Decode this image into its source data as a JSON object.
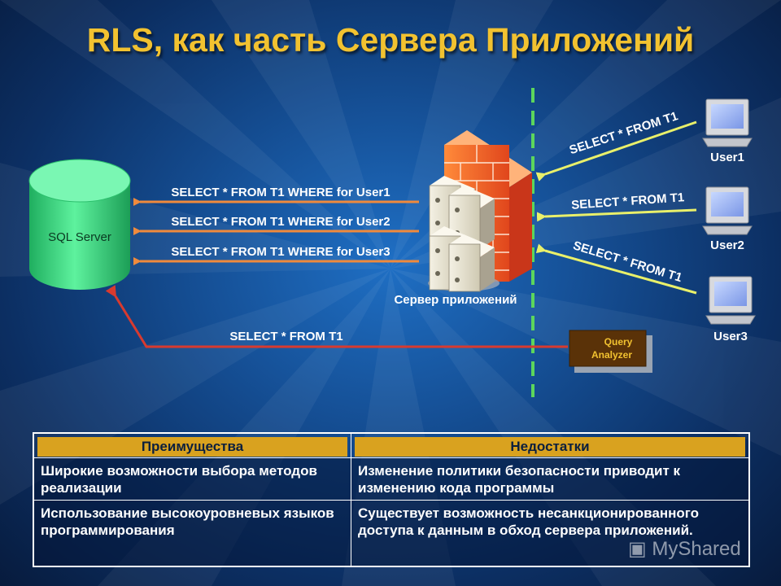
{
  "title": "RLS, как часть Сервера Приложений",
  "db_label": "SQL Server",
  "app_server_label": "Сервер приложений",
  "queries_to_db": [
    "SELECT * FROM T1 WHERE for User1",
    "SELECT * FROM T1 WHERE for User2",
    "SELECT * FROM T1 WHERE for User3"
  ],
  "user_queries": [
    "SELECT * FROM T1",
    "SELECT * FROM T1",
    "SELECT * FROM T1"
  ],
  "users": [
    "User1",
    "User2",
    "User3"
  ],
  "qa_query": "SELECT * FROM T1",
  "query_analyzer": {
    "line1": "Query",
    "line2": "Analyzer"
  },
  "table": {
    "headers": [
      "Преимущества",
      "Недостатки"
    ],
    "rows": [
      [
        "Широкие возможности выбора методов реализации",
        "Изменение политики безопасности приводит к изменению кода программы"
      ],
      [
        "Использование высокоуровневых языков программирования",
        "Существует возможность несанкционированного доступа к данным в обход сервера приложений."
      ]
    ]
  },
  "watermark": "MyShared",
  "colors": {
    "title": "#f2c230",
    "db_green": "#3fe089",
    "firewall": "#f26b2a",
    "arrow_orange": "#f08a3c",
    "arrow_yellow": "#e9f06a",
    "arrow_red": "#d83a2f",
    "divider": "#5cd65c",
    "table_header": "#d9a21f"
  }
}
